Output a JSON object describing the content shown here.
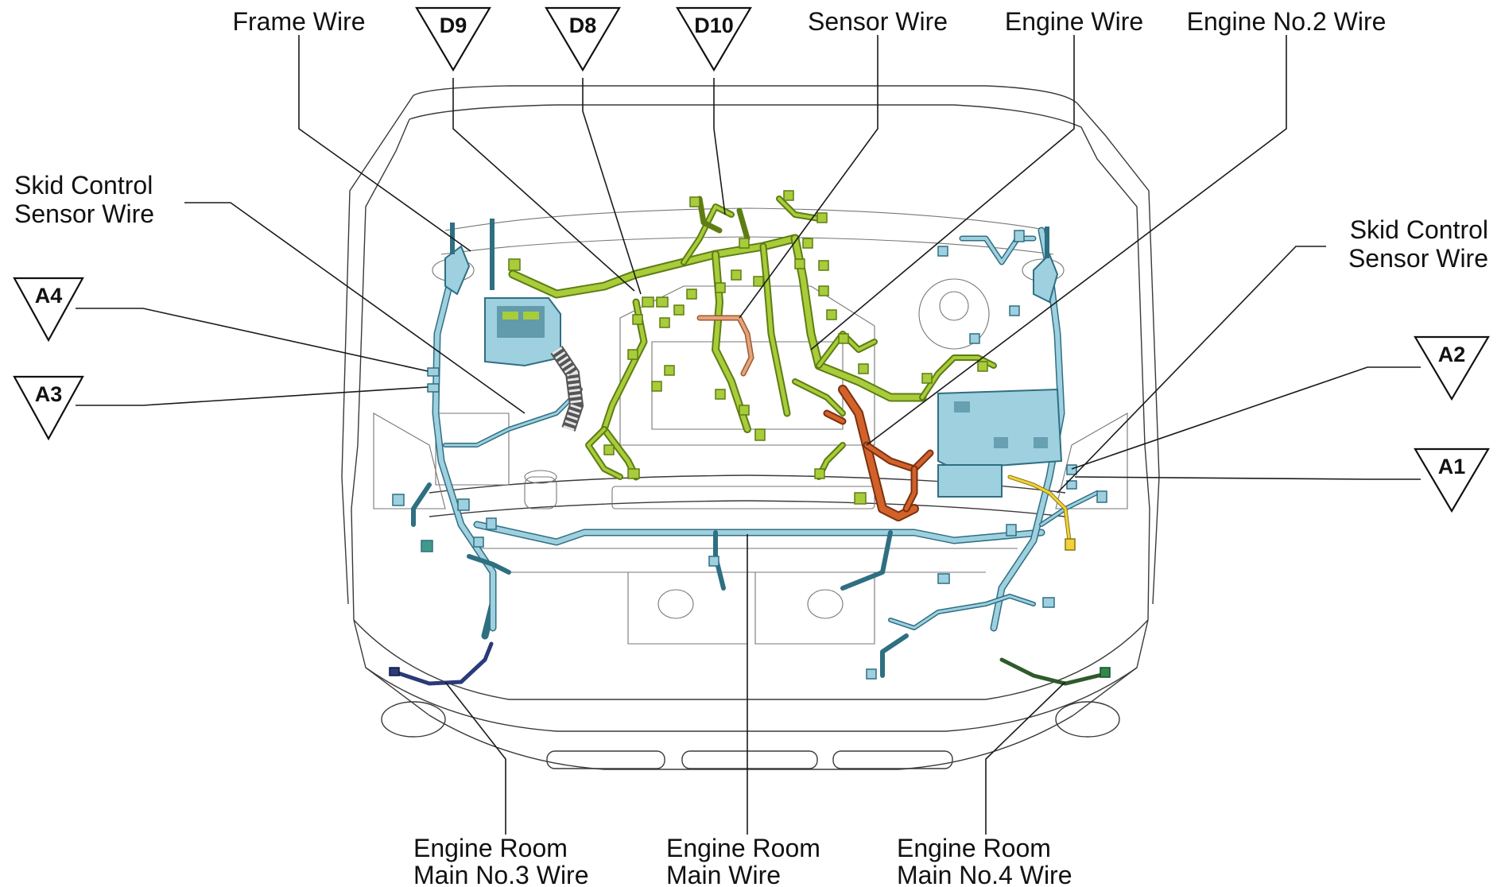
{
  "labels": {
    "frame_wire": "Frame Wire",
    "sensor_wire": "Sensor Wire",
    "engine_wire": "Engine Wire",
    "engine_no2_wire": "Engine No.2 Wire",
    "skid_left_line1": "Skid Control",
    "skid_left_line2": "Sensor Wire",
    "skid_right_line1": "Skid Control",
    "skid_right_line2": "Sensor Wire",
    "er_main3_line1": "Engine Room",
    "er_main3_line2": "Main No.3 Wire",
    "er_main_line1": "Engine Room",
    "er_main_line2": "Main Wire",
    "er_main4_line1": "Engine Room",
    "er_main4_line2": "Main No.4 Wire"
  },
  "markers": {
    "d9": "D9",
    "d8": "D8",
    "d10": "D10",
    "a4": "A4",
    "a3": "A3",
    "a2": "A2",
    "a1": "A1"
  },
  "colors": {
    "engine_harness": "#a8cc3a",
    "engine_harness_dark": "#5e7d14",
    "main_harness": "#9ed0df",
    "main_harness_dark": "#2f6f82",
    "engine_no2_harness": "#d2622a",
    "sensor_harness": "#e6a37a",
    "no3_harness": "#2a3a7a",
    "no4_harness": "#2f5a2a",
    "skid_sensor_harness": "#f2d23a"
  }
}
